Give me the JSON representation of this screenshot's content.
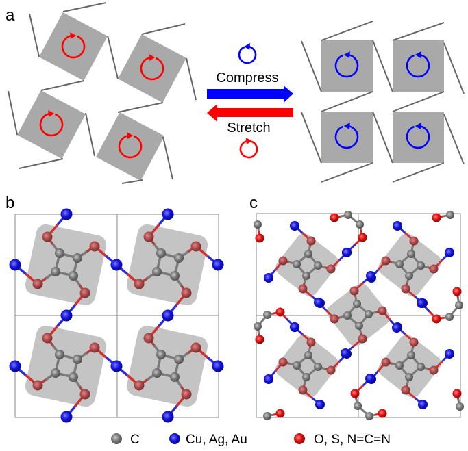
{
  "panels": {
    "a": {
      "label": "a",
      "compress_label": "Compress",
      "stretch_label": "Stretch"
    },
    "b": {
      "label": "b"
    },
    "c": {
      "label": "c"
    }
  },
  "legend": [
    {
      "label": "C",
      "color": "#7a7a7a"
    },
    {
      "label": "Cu, Ag, Au",
      "color": "#1a1ae6"
    },
    {
      "label": "O, S, N=C=N",
      "color": "#e61a1a"
    }
  ],
  "colors": {
    "compress": "#0000ff",
    "stretch": "#ff0000",
    "square": "#a9a9a9",
    "oxygen_in_linker": "#b84a4a"
  }
}
